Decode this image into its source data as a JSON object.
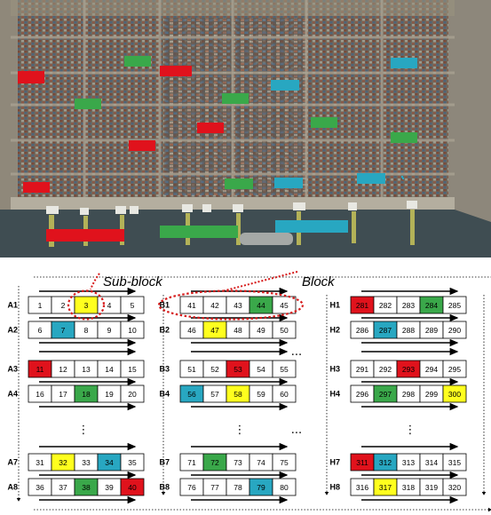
{
  "colors": {
    "red": "#e0121c",
    "yellow": "#ffff1e",
    "green": "#3aa84a",
    "cyan": "#28a7c1",
    "white": "#ffffff",
    "land": "#7d7566",
    "water": "#3f4d52"
  },
  "aerial_markers": [
    {
      "color": "green"
    },
    {
      "color": "red"
    },
    {
      "color": "cyan"
    },
    {
      "color": "red"
    },
    {
      "color": "green"
    },
    {
      "color": "green"
    },
    {
      "color": "cyan"
    },
    {
      "color": "green"
    },
    {
      "color": "red"
    },
    {
      "color": "green"
    },
    {
      "color": "cyan"
    },
    {
      "color": "red"
    },
    {
      "color": "cyan"
    },
    {
      "color": "cyan"
    },
    {
      "color": "green"
    },
    {
      "color": "red"
    },
    {
      "color": "green"
    },
    {
      "color": "cyan"
    },
    {
      "color": "red"
    },
    {
      "color": "green"
    },
    {
      "color": "cyan"
    }
  ],
  "labels": {
    "sub_block": "Sub-block",
    "block": "Block",
    "ellipsis_h": "...",
    "ellipsis_v": "⋮"
  },
  "blocks": [
    {
      "name": "A",
      "rows": [
        {
          "label": "A1",
          "cells": [
            {
              "n": "1"
            },
            {
              "n": "2"
            },
            {
              "n": "3",
              "c": "yellow"
            },
            {
              "n": "4"
            },
            {
              "n": "5"
            }
          ]
        },
        {
          "label": "A2",
          "cells": [
            {
              "n": "6"
            },
            {
              "n": "7",
              "c": "cyan"
            },
            {
              "n": "8"
            },
            {
              "n": "9"
            },
            {
              "n": "10"
            }
          ]
        },
        {
          "label": "A3",
          "cells": [
            {
              "n": "11",
              "c": "red"
            },
            {
              "n": "12"
            },
            {
              "n": "13"
            },
            {
              "n": "14"
            },
            {
              "n": "15"
            }
          ]
        },
        {
          "label": "A4",
          "cells": [
            {
              "n": "16"
            },
            {
              "n": "17"
            },
            {
              "n": "18",
              "c": "green"
            },
            {
              "n": "19"
            },
            {
              "n": "20"
            }
          ]
        },
        {
          "label": "A7",
          "cells": [
            {
              "n": "31"
            },
            {
              "n": "32",
              "c": "yellow"
            },
            {
              "n": "33"
            },
            {
              "n": "34",
              "c": "cyan"
            },
            {
              "n": "35"
            }
          ]
        },
        {
          "label": "A8",
          "cells": [
            {
              "n": "36"
            },
            {
              "n": "37"
            },
            {
              "n": "38",
              "c": "green"
            },
            {
              "n": "39"
            },
            {
              "n": "40",
              "c": "red"
            }
          ]
        }
      ]
    },
    {
      "name": "B",
      "rows": [
        {
          "label": "B1",
          "cells": [
            {
              "n": "41"
            },
            {
              "n": "42"
            },
            {
              "n": "43"
            },
            {
              "n": "44",
              "c": "green"
            },
            {
              "n": "45"
            }
          ]
        },
        {
          "label": "B2",
          "cells": [
            {
              "n": "46"
            },
            {
              "n": "47",
              "c": "yellow"
            },
            {
              "n": "48"
            },
            {
              "n": "49"
            },
            {
              "n": "50"
            }
          ]
        },
        {
          "label": "B3",
          "cells": [
            {
              "n": "51"
            },
            {
              "n": "52"
            },
            {
              "n": "53",
              "c": "red"
            },
            {
              "n": "54"
            },
            {
              "n": "55"
            }
          ]
        },
        {
          "label": "B4",
          "cells": [
            {
              "n": "56",
              "c": "cyan"
            },
            {
              "n": "57"
            },
            {
              "n": "58",
              "c": "yellow"
            },
            {
              "n": "59"
            },
            {
              "n": "60"
            }
          ]
        },
        {
          "label": "B7",
          "cells": [
            {
              "n": "71"
            },
            {
              "n": "72",
              "c": "green"
            },
            {
              "n": "73"
            },
            {
              "n": "74"
            },
            {
              "n": "75"
            }
          ]
        },
        {
          "label": "B8",
          "cells": [
            {
              "n": "76"
            },
            {
              "n": "77"
            },
            {
              "n": "78"
            },
            {
              "n": "79",
              "c": "cyan"
            },
            {
              "n": "80"
            }
          ]
        }
      ]
    },
    {
      "name": "H",
      "rows": [
        {
          "label": "H1",
          "cells": [
            {
              "n": "281",
              "c": "red"
            },
            {
              "n": "282"
            },
            {
              "n": "283"
            },
            {
              "n": "284",
              "c": "green"
            },
            {
              "n": "285"
            }
          ]
        },
        {
          "label": "H2",
          "cells": [
            {
              "n": "286"
            },
            {
              "n": "287",
              "c": "cyan"
            },
            {
              "n": "288"
            },
            {
              "n": "289"
            },
            {
              "n": "290"
            }
          ]
        },
        {
          "label": "H3",
          "cells": [
            {
              "n": "291"
            },
            {
              "n": "292"
            },
            {
              "n": "293",
              "c": "red"
            },
            {
              "n": "294"
            },
            {
              "n": "295"
            }
          ]
        },
        {
          "label": "H4",
          "cells": [
            {
              "n": "296"
            },
            {
              "n": "297",
              "c": "green"
            },
            {
              "n": "298"
            },
            {
              "n": "299"
            },
            {
              "n": "300",
              "c": "yellow"
            }
          ]
        },
        {
          "label": "H7",
          "cells": [
            {
              "n": "311",
              "c": "red"
            },
            {
              "n": "312",
              "c": "cyan"
            },
            {
              "n": "313"
            },
            {
              "n": "314"
            },
            {
              "n": "315"
            }
          ]
        },
        {
          "label": "H8",
          "cells": [
            {
              "n": "316"
            },
            {
              "n": "317",
              "c": "yellow"
            },
            {
              "n": "318"
            },
            {
              "n": "319"
            },
            {
              "n": "320"
            }
          ]
        }
      ]
    }
  ]
}
